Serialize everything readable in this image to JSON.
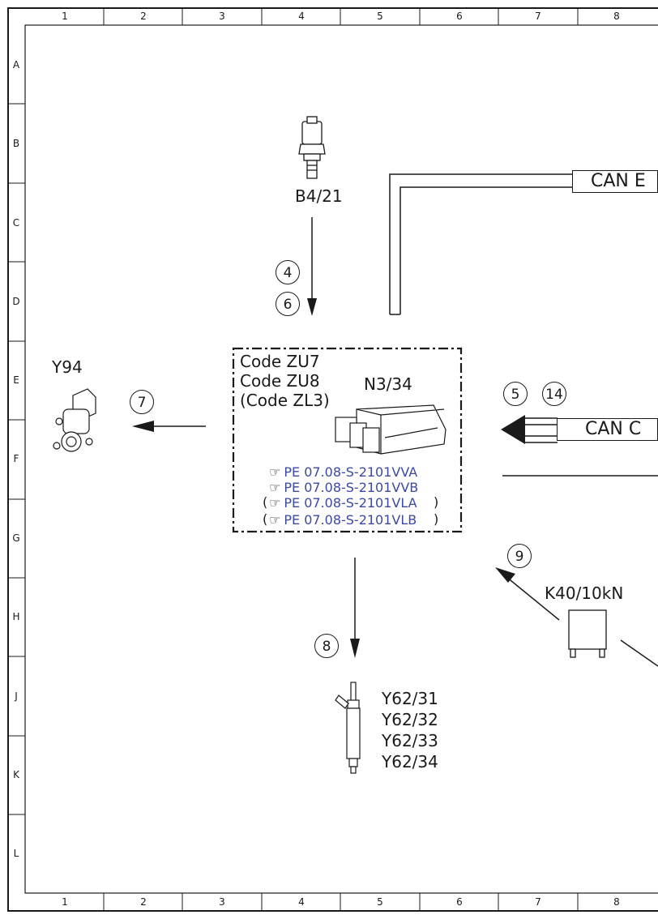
{
  "grid": {
    "columns": [
      "1",
      "2",
      "3",
      "4",
      "5",
      "6",
      "7",
      "8"
    ],
    "rows": [
      "A",
      "B",
      "C",
      "D",
      "E",
      "F",
      "G",
      "H",
      "J",
      "K",
      "L"
    ]
  },
  "components": {
    "sensor_b4_21": {
      "label": "B4/21"
    },
    "valve_y94": {
      "label": "Y94"
    },
    "ecu": {
      "label": "N3/34",
      "codes": [
        "Code ZU7",
        "Code ZU8",
        "(Code ZL3)"
      ],
      "refs": [
        "PE 07.08-S-2101VVA",
        "PE 07.08-S-2101VVB",
        "PE 07.08-S-2101VLA",
        "PE 07.08-S-2101VLB"
      ],
      "ref_open": "(",
      "ref_close": ")",
      "ref_icon": "pointing-hand-icon"
    },
    "injectors": {
      "labels": [
        "Y62/31",
        "Y62/32",
        "Y62/33",
        "Y62/34"
      ]
    },
    "relay": {
      "label": "K40/10kN"
    }
  },
  "buses": {
    "can_e": "CAN E",
    "can_c": "CAN C"
  },
  "callouts": [
    "4",
    "6",
    "7",
    "5",
    "14",
    "9",
    "8"
  ],
  "colors": {
    "line": "#1a1a1a",
    "ref_link": "#3b4aa0"
  }
}
